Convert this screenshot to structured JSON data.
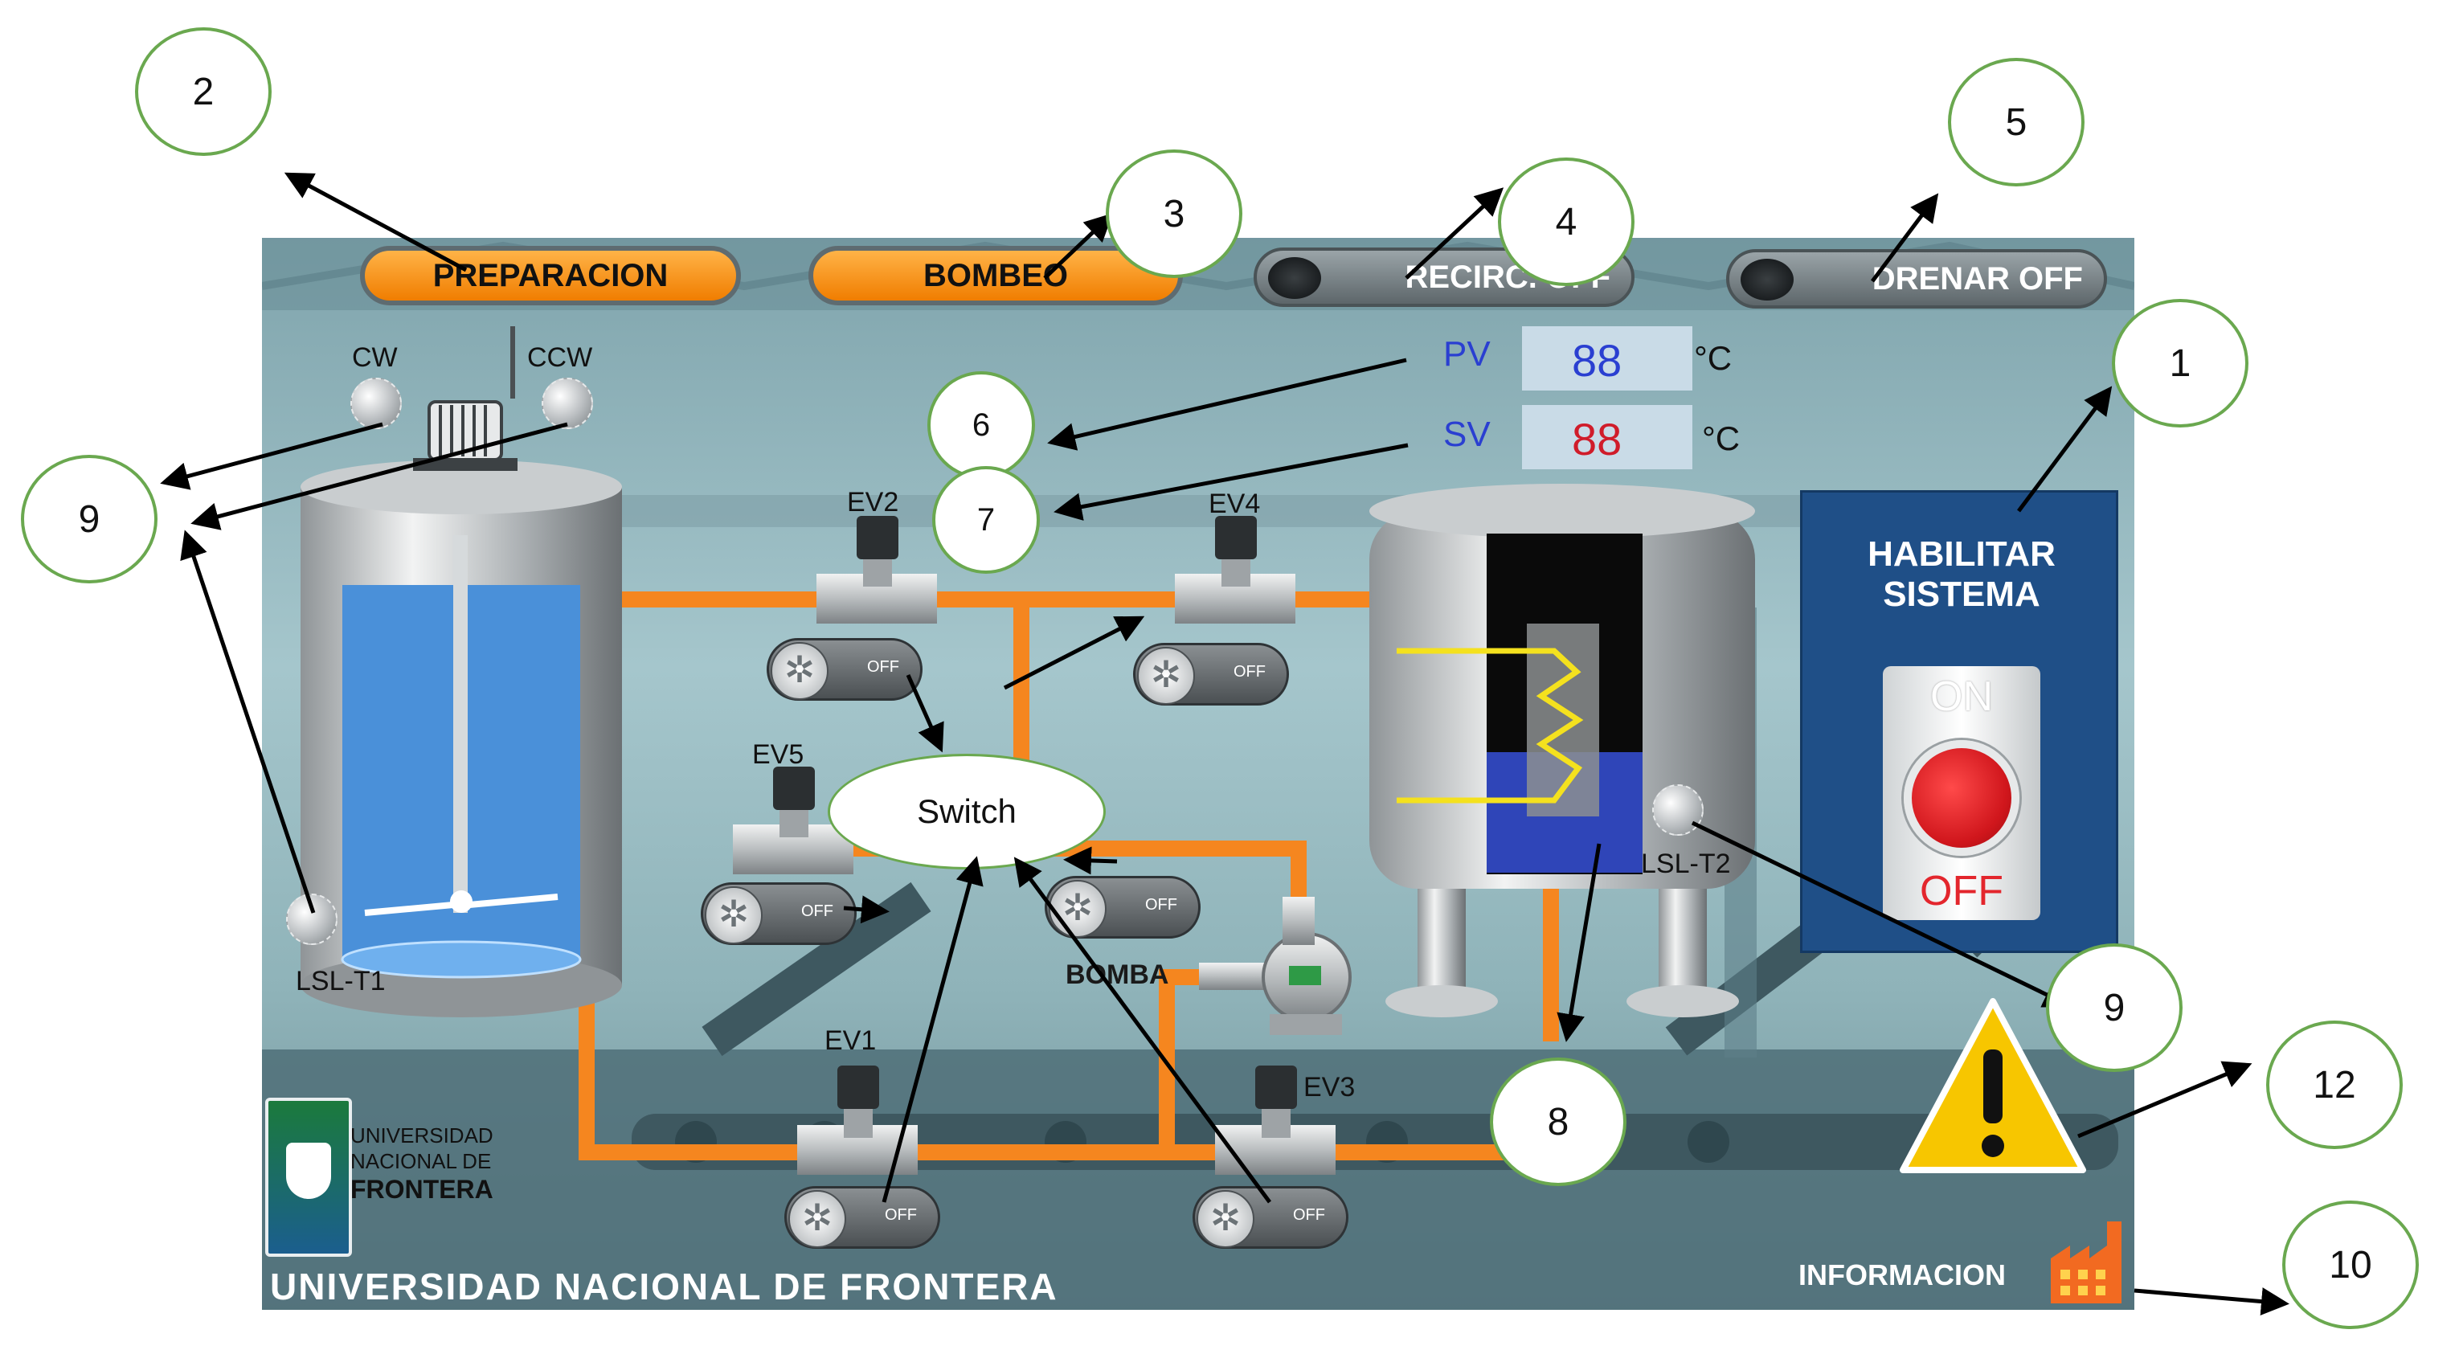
{
  "callouts": [
    "1",
    "2",
    "3",
    "4",
    "5",
    "6",
    "7",
    "8",
    "9",
    "9",
    "10",
    "12"
  ],
  "buttons": {
    "preparacion": "PREPARACION",
    "bombeo": "BOMBEO",
    "recirc": "RECIRC. OFF",
    "drenar": "DRENAR OFF"
  },
  "display": {
    "pv_label": "PV",
    "pv_value": "88",
    "sv_label": "SV",
    "sv_value": "88",
    "unit": "°C"
  },
  "motor": {
    "cw": "CW",
    "ccw": "CCW"
  },
  "valves": {
    "ev1": "EV1",
    "ev2": "EV2",
    "ev3": "EV3",
    "ev4": "EV4",
    "ev5": "EV5"
  },
  "toggle_state": "OFF",
  "pump_label": "BOMBA",
  "sensors": {
    "lsl_t1": "LSL-T1",
    "lsl_t2": "LSL-T2"
  },
  "switch_label": "Switch",
  "enable": {
    "title_line1": "HABILITAR",
    "title_line2": "SISTEMA",
    "on": "ON",
    "off": "OFF"
  },
  "university": {
    "logo_line1": "UNIVERSIDAD",
    "logo_line2": "NACIONAL DE",
    "logo_line3": "FRONTERA",
    "footer": "UNIVERSIDAD NACIONAL DE FRONTERA"
  },
  "info_label": "INFORMACION",
  "colors": {
    "background": "#8fb4bb",
    "pipe": "#f5861f",
    "panel": "#1f4f87",
    "button_orange": "#f7941d",
    "pv_color": "#2a3fd1",
    "sv_color": "#d01c2a"
  }
}
